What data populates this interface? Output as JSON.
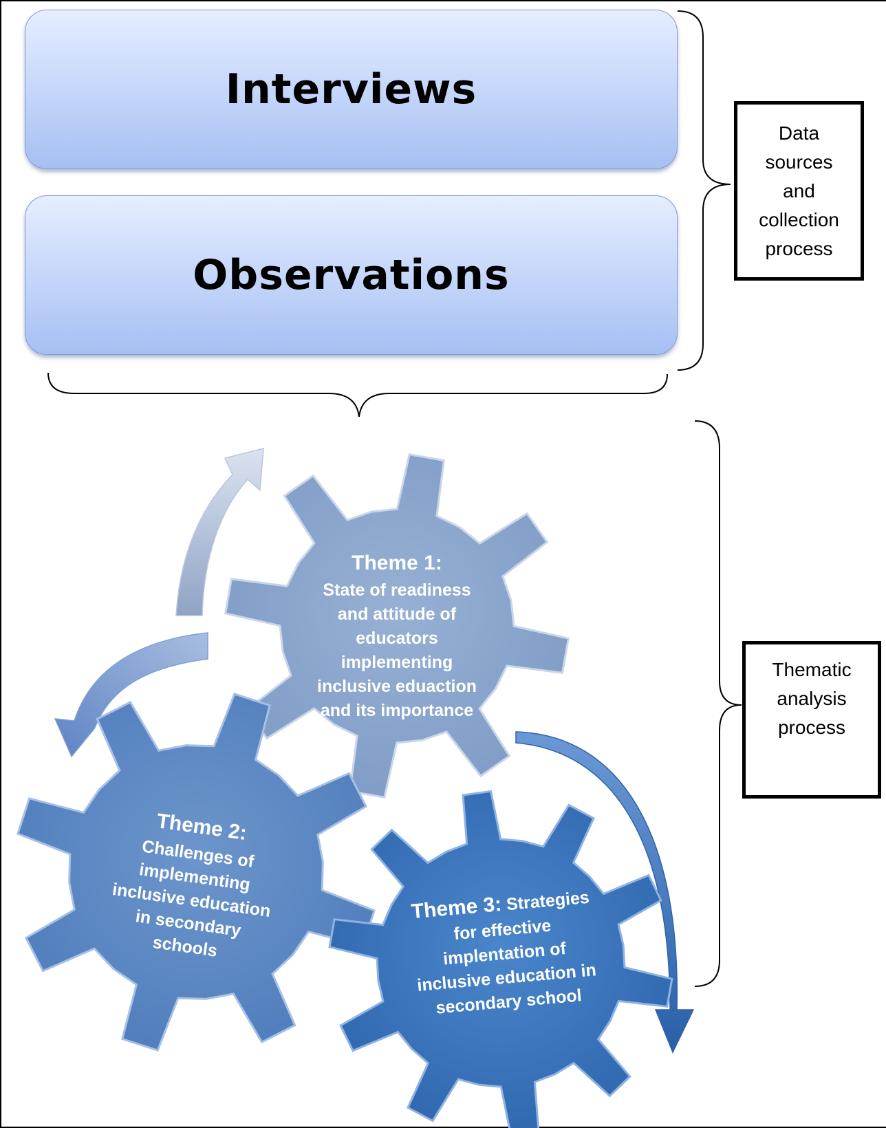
{
  "sources": {
    "interviews_label": "Interviews",
    "observations_label": "Observations",
    "group_label_lines": [
      "Data",
      "sources",
      "and",
      "collection",
      "process"
    ]
  },
  "thematic": {
    "group_label_lines": [
      "Thematic",
      "analysis",
      "process"
    ],
    "themes": [
      {
        "heading": "Theme 1:",
        "lines": [
          "State of readiness",
          "and attitude of",
          "educators",
          "implementing",
          "inclusive eduaction",
          "and its importance"
        ]
      },
      {
        "heading": "Theme 2:",
        "lines": [
          "Challenges of",
          "implementing",
          "inclusive education",
          "in secondary",
          "schools"
        ]
      },
      {
        "heading": "Theme 3:",
        "heading_rest": " Strategies",
        "lines": [
          "for effective",
          "implentation of",
          "inclusive education in",
          "secondary school"
        ]
      }
    ]
  },
  "colors": {
    "gear1": "#8ea8cd",
    "gear2": "#5f8ac4",
    "gear3": "#3f78be",
    "arrow": "#4a7bc0",
    "pill_top": "#e6eeff",
    "pill_bottom": "#a6c0f3"
  }
}
